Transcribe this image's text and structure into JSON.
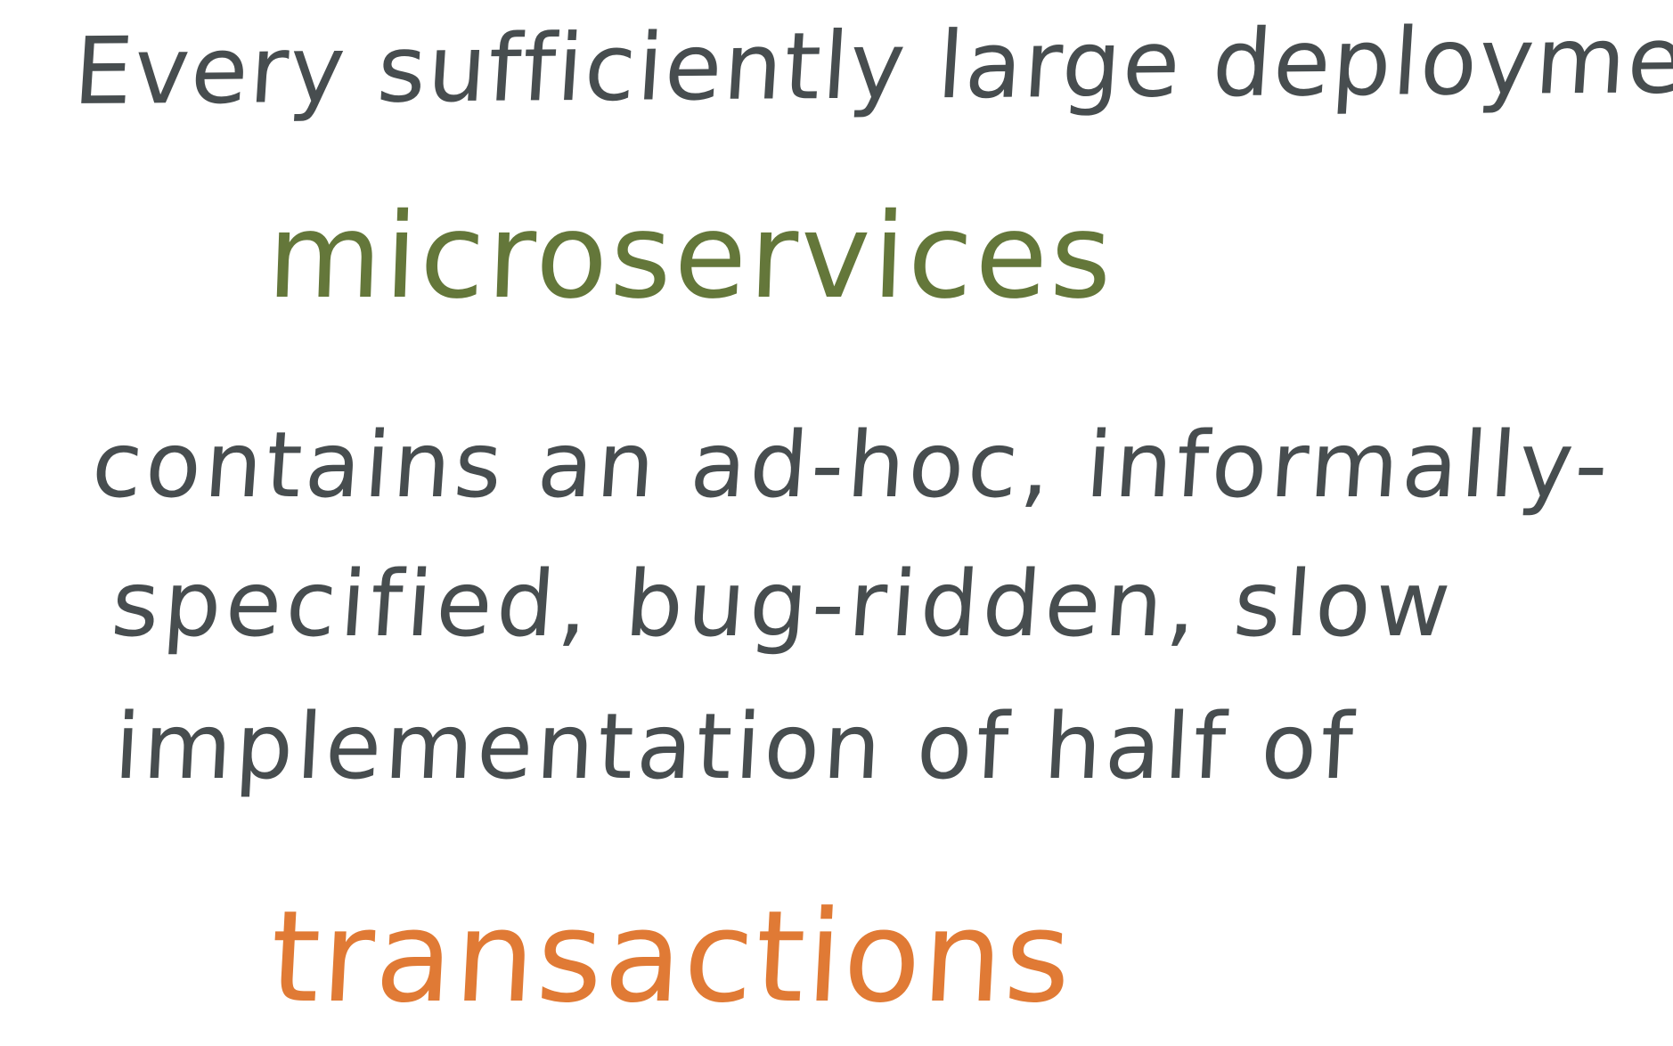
{
  "colors": {
    "ink": "#474d4f",
    "accent_green": "#64773a",
    "accent_orange": "#e07a35",
    "background": "#ffffff"
  },
  "handwriting": {
    "line_1": "Every sufficiently large deployment of",
    "highlight_1": "microservices",
    "line_2": "contains an ad-hoc, informally-",
    "line_3": "specified, bug-ridden, slow",
    "line_4": "implementation of half of",
    "highlight_2": "transactions"
  }
}
